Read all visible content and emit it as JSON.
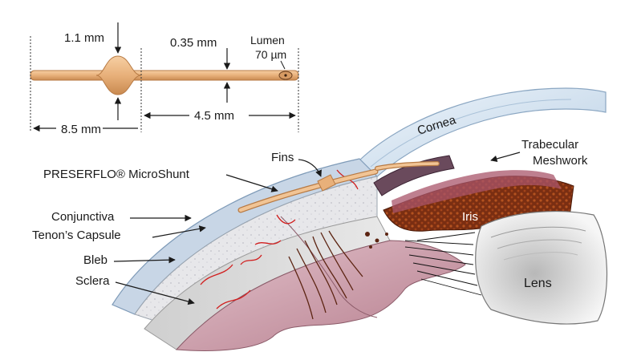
{
  "dimensions": {
    "device_length": "8.5 mm",
    "fin_width": "1.1 mm",
    "tube_width": "0.35 mm",
    "distal_length": "4.5 mm",
    "lumen_label": "Lumen",
    "lumen_size": "70 µm"
  },
  "labels": {
    "cornea": "Cornea",
    "trabecular_1": "Trabecular",
    "trabecular_2": "Meshwork",
    "iris": "Iris",
    "lens": "Lens",
    "fins": "Fins",
    "microshunt": "PRESERFLO® MicroShunt",
    "conjunctiva": "Conjunctiva",
    "tenon": "Tenon’s Capsule",
    "bleb": "Bleb",
    "sclera": "Sclera"
  },
  "colors": {
    "device": "#e8b07a",
    "device_edge": "#b77a44",
    "cornea": "#cfe0ef",
    "sclera": "#d9d9d9",
    "tissue_pink": "#c99aa6",
    "iris": "#8b3a1c",
    "lens": "#e6e6e6"
  }
}
